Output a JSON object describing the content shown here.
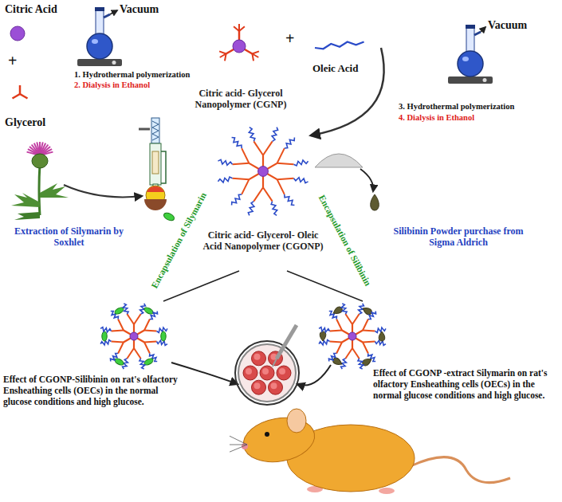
{
  "diagram": {
    "labels": [
      "Citric Acid",
      "Vacuum",
      "+",
      "1. Hydrothermal polymerization",
      "2. Dialysis in Ethanol",
      "Glycerol",
      "Citric acid- Glycerol Nanopolymer (CGNP)",
      "+",
      "Oleic Acid",
      "Vacuum",
      "3. Hydrothermal polymerization",
      "4. Dialysis in Ethanol",
      "Extraction of Silymarin by Soxhlet",
      "Encapsulation of Silymarin",
      "Citric acid- Glycerol- Oleic Acid Nanopolymer (CGONP)",
      "Encapsulation of Silibinin",
      "Silibinin Powder purchase from Sigma Aldrich",
      "Effect of CGONP-Silibinin on rat's olfactory Ensheathing cells (OECs) in the normal glucose conditions and high glucose.",
      "Effect of CGONP -extract Silymarin on rat's olfactory Ensheathing cells (OECs) in the normal glucose conditions and high glucose."
    ]
  }
}
